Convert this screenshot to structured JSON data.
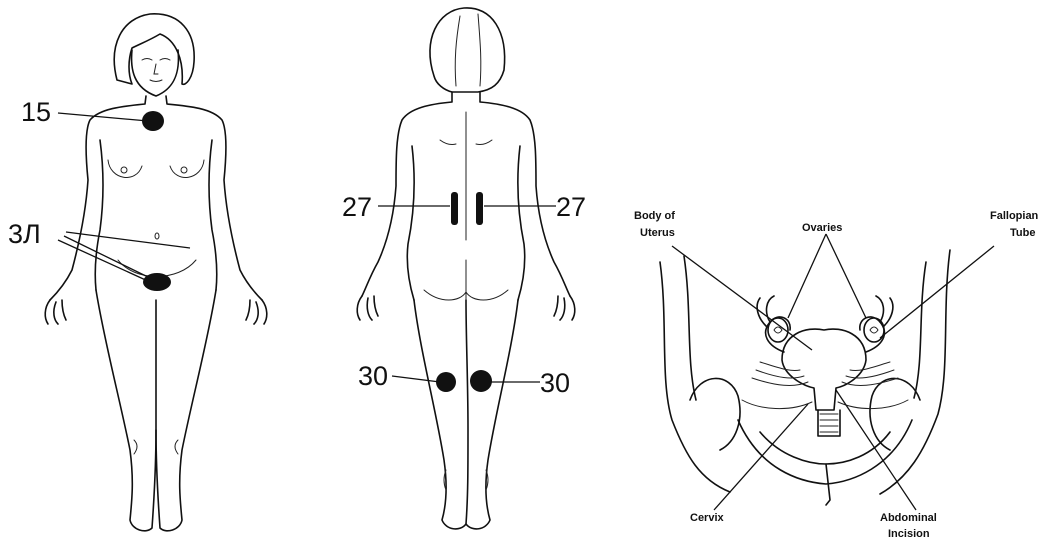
{
  "front_figure": {
    "point_15": "15",
    "point_31": "3Л"
  },
  "back_figure": {
    "point_27_left": "27",
    "point_27_right": "27",
    "point_30_left": "30",
    "point_30_right": "30"
  },
  "anatomy": {
    "body_of_uterus": [
      "Body of",
      "Uterus"
    ],
    "ovaries": "Ovaries",
    "fallopian_tube": [
      "Fallopian",
      "Tube"
    ],
    "cervix": "Cervix",
    "abdominal_incision": [
      "Abdominal",
      "Incision"
    ]
  }
}
